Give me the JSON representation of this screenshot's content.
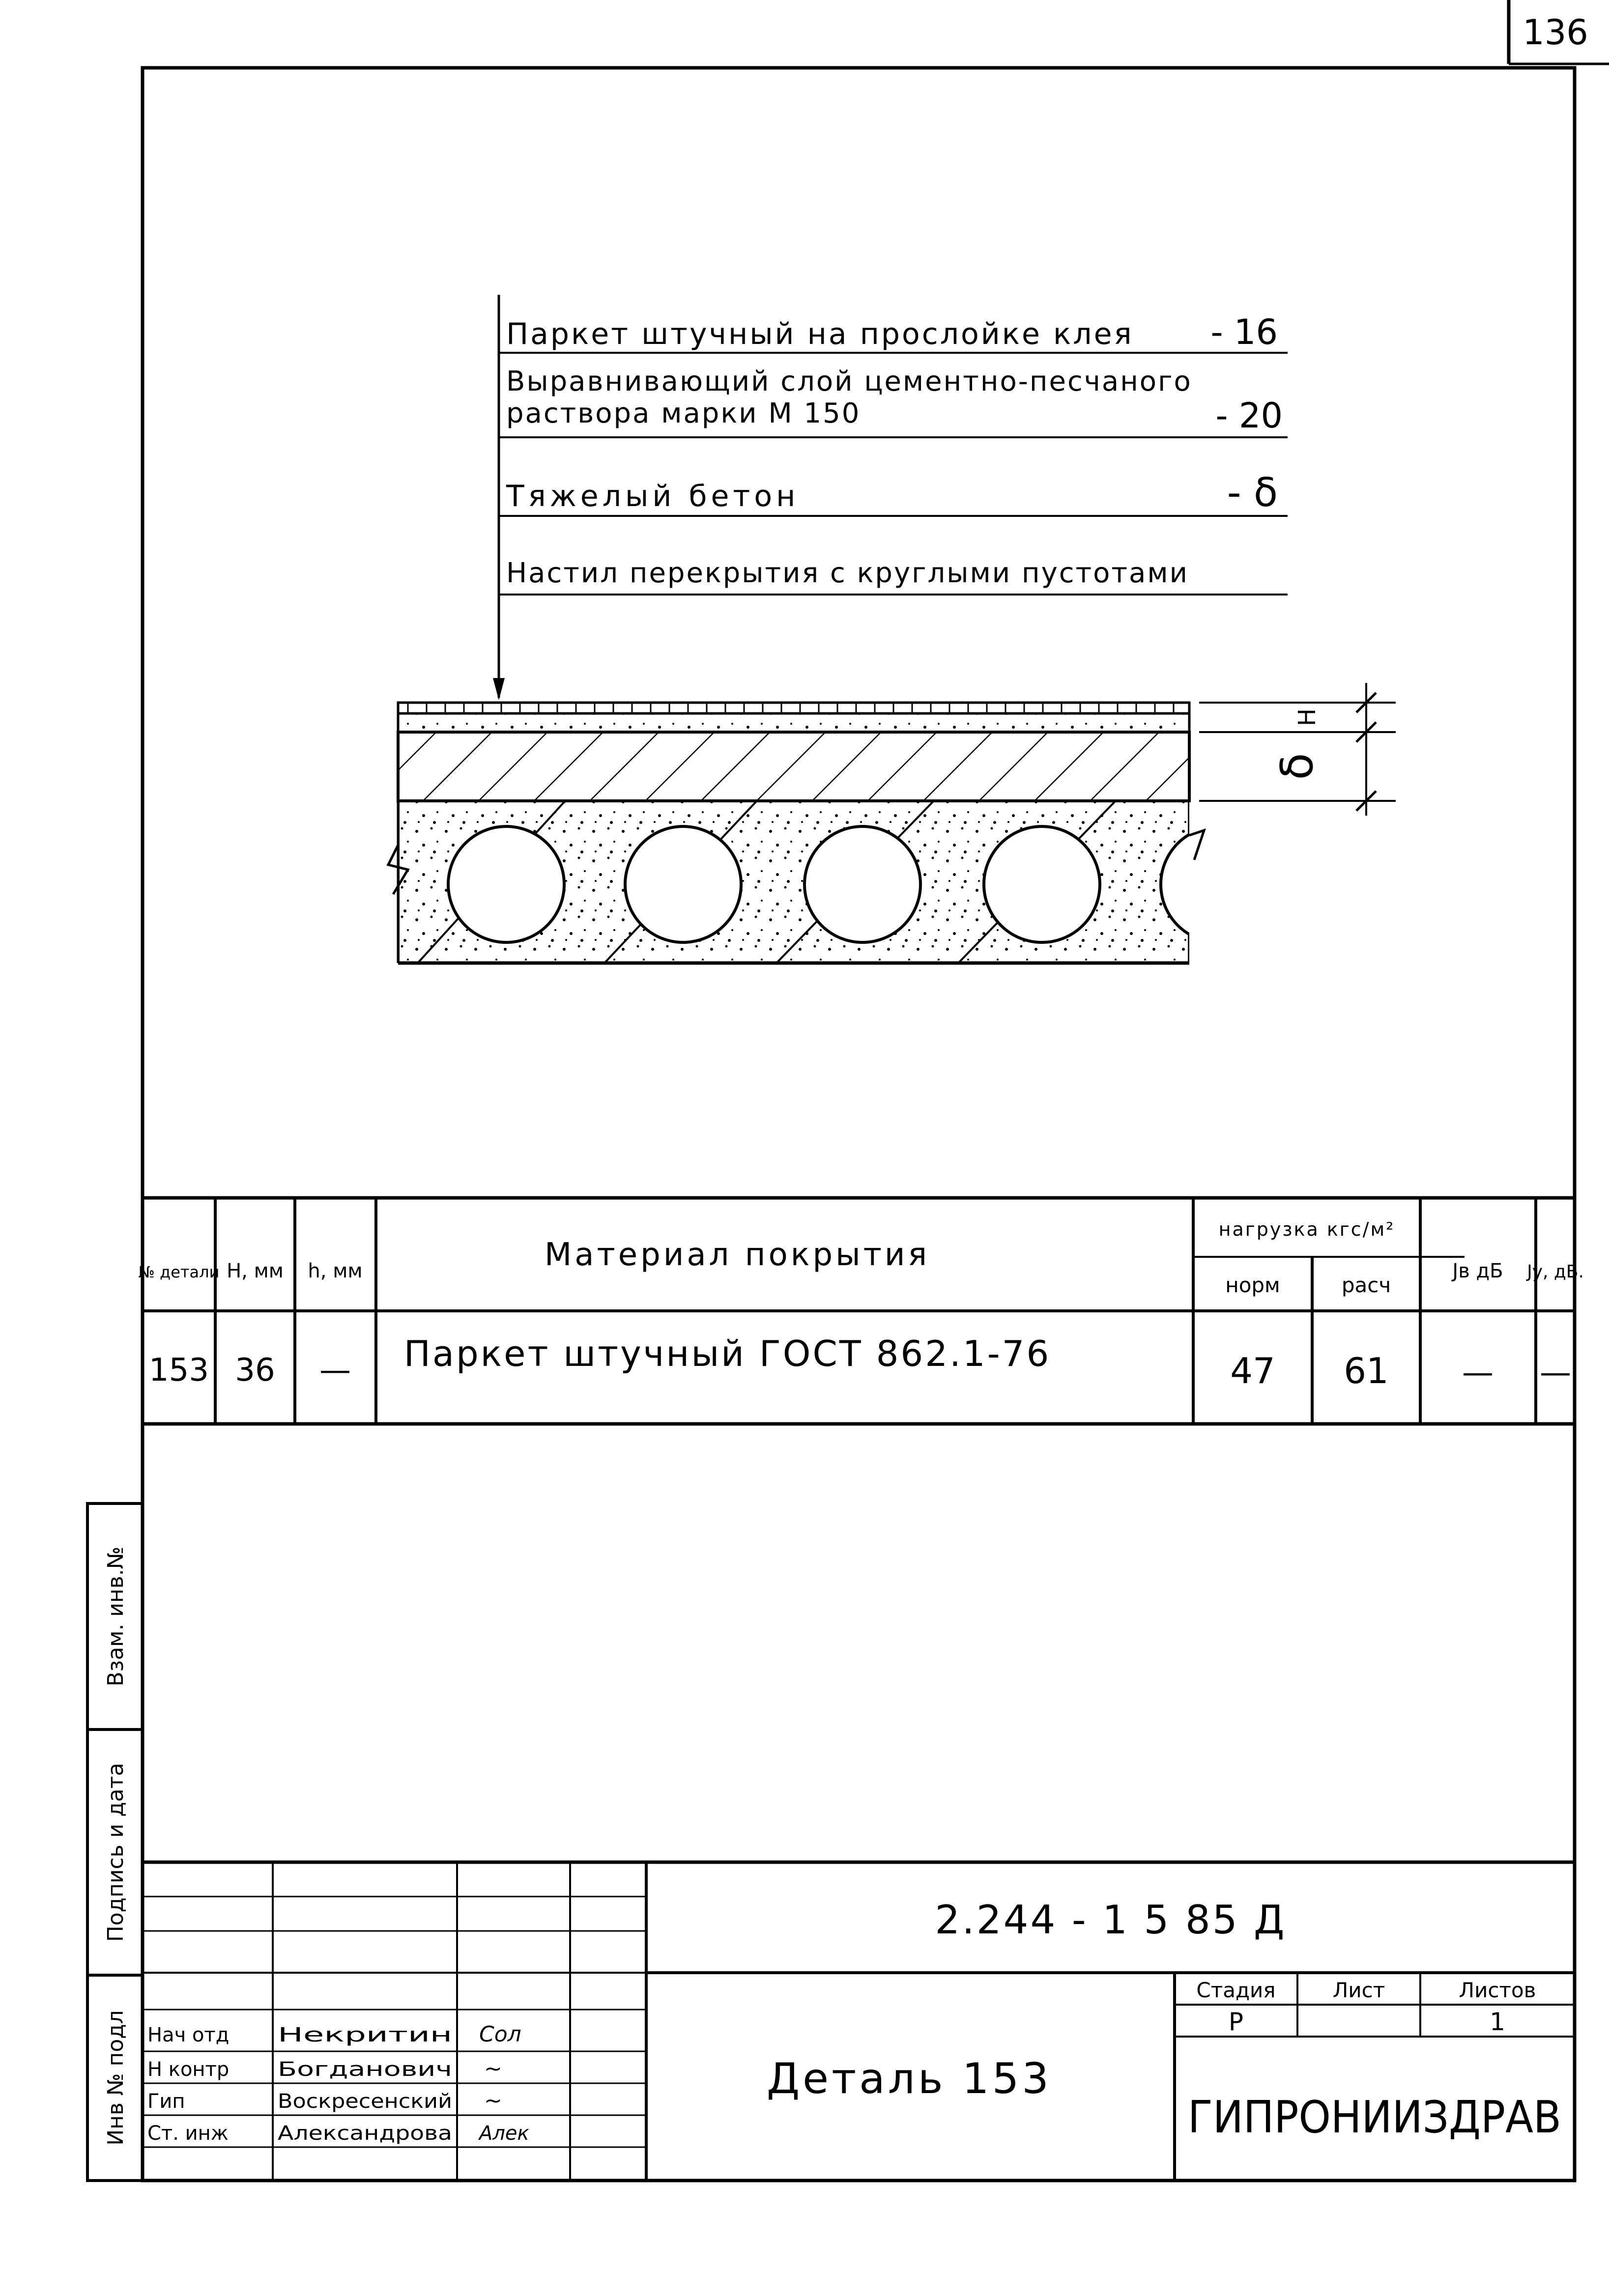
{
  "page_number": "136",
  "layers": [
    {
      "name": "Паркет штучный на прослойке клея",
      "thickness": "- 16"
    },
    {
      "name_line1": "Выравнивающий слой цементно-песчаного",
      "name_line2": "раствора марки М 150",
      "thickness": "- 20"
    },
    {
      "name": "Тяжелый бетон",
      "thickness": "- δ"
    },
    {
      "name": "Настил перекрытия с круглыми пустотами",
      "thickness": ""
    }
  ],
  "dimensions": {
    "h_label": "Н",
    "delta_label": "δ"
  },
  "spec_table": {
    "headers": {
      "detail": "№ детали",
      "H": "Н, мм",
      "h": "h, мм",
      "material": "Материал покрытия",
      "load": "нагрузка кгс/м²",
      "norm": "норм",
      "calc": "расч",
      "yv": "Jв дБ",
      "yy": "Jу, дБ."
    },
    "row": {
      "detail": "153",
      "H": "36",
      "h": "—",
      "material": "Паркет штучный ГОСТ 862.1-76",
      "norm": "47",
      "calc": "61",
      "yv": "—",
      "yy": "—"
    }
  },
  "side_stamp": [
    "Инв № подл",
    "Подпись и дата",
    "Взам. инв.№"
  ],
  "title_block": {
    "doc_code": "2.244 - 1 5 85 Д",
    "title": "Деталь 153",
    "stage_label": "Стадия",
    "sheet_label": "Лист",
    "sheets_label": "Листов",
    "stage": "Р",
    "sheet": "",
    "sheets": "1",
    "organization": "ГИПРОНИИЗДРАВ",
    "signatures": [
      {
        "role": "Нач отд",
        "name": "Некритин",
        "sign": "Сол"
      },
      {
        "role": "Н контр",
        "name": "Богданович",
        "sign": "~"
      },
      {
        "role": "Гип",
        "name": "Воскресенский",
        "sign": "~"
      },
      {
        "role": "Ст. инж",
        "name": "Александрова",
        "sign": "Алек"
      }
    ]
  }
}
